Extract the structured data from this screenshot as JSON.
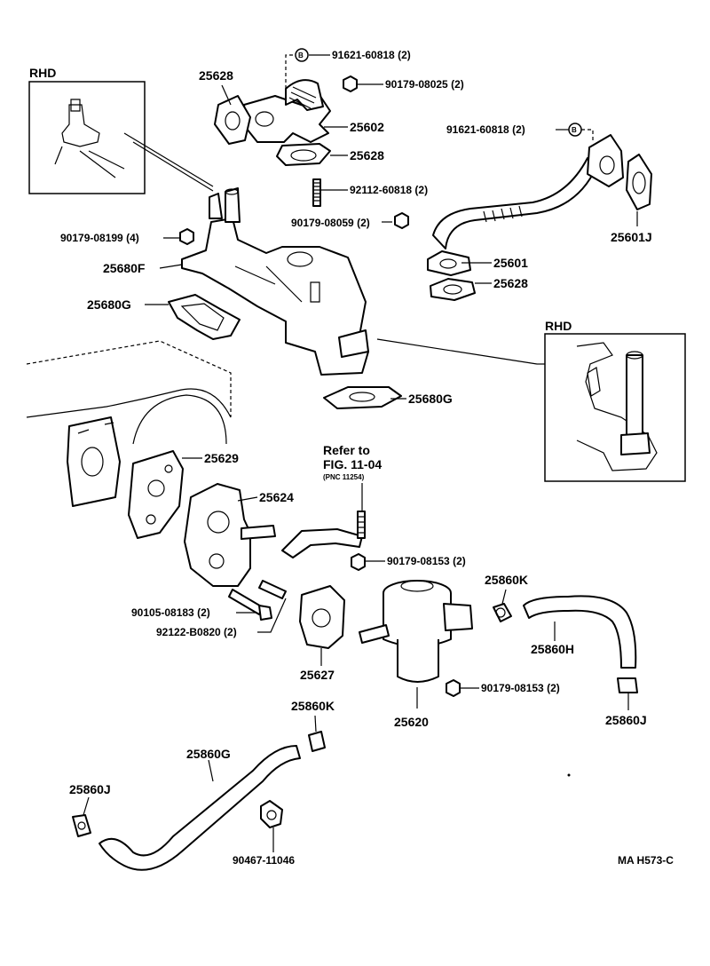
{
  "labels": {
    "rhd_left": "RHD",
    "rhd_right": "RHD",
    "p25628_top": "25628",
    "p91621_top": "91621-60818 (2)",
    "p90179_08025": "90179-08025 (2)",
    "p25602": "25602",
    "p25628_mid": "25628",
    "p91621_right": "91621-60818 (2)",
    "p92112": "92112-60818 (2)",
    "p90179_08059": "90179-08059 (2)",
    "p90179_08199": "90179-08199 (4)",
    "p25601J": "25601J",
    "p25680F": "25680F",
    "p25601": "25601",
    "p25628_right": "25628",
    "p25680G_left": "25680G",
    "p25680G_mid": "25680G",
    "p25629": "25629",
    "refer_line1": "Refer to",
    "refer_line2": "FIG. 11-04",
    "refer_line3": "(PNC 11254)",
    "p25624": "25624",
    "p90179_08153_a": "90179-08153 (2)",
    "p25860K_right": "25860K",
    "p90105": "90105-08183 (2)",
    "p92122": "92122-B0820 (2)",
    "p25860H": "25860H",
    "p25627": "25627",
    "p90179_08153_b": "90179-08153 (2)",
    "p25860K_left": "25860K",
    "p25620": "25620",
    "p25860J_right": "25860J",
    "p25860G": "25860G",
    "p25860J_left": "25860J",
    "p90467": "90467-11046",
    "fig_code": "MA H573-C"
  },
  "callout_marks": {
    "b_mark": "B"
  }
}
